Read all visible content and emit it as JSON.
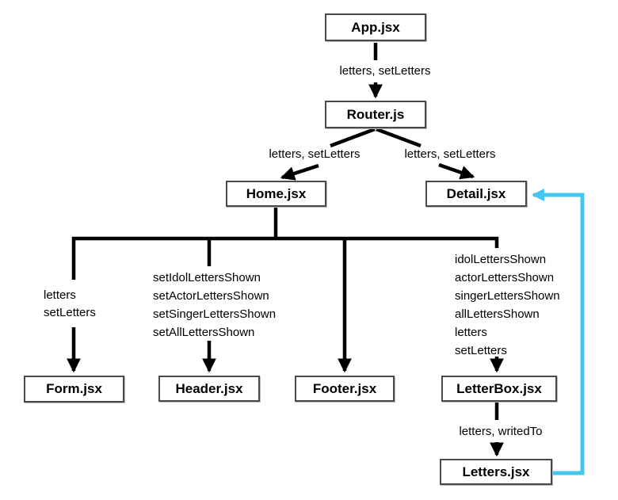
{
  "diagram": {
    "nodes": {
      "app": {
        "label": "App.jsx"
      },
      "router": {
        "label": "Router.js"
      },
      "home": {
        "label": "Home.jsx"
      },
      "detail": {
        "label": "Detail.jsx"
      },
      "form": {
        "label": "Form.jsx"
      },
      "header": {
        "label": "Header.jsx"
      },
      "footer": {
        "label": "Footer.jsx"
      },
      "letterbox": {
        "label": "LetterBox.jsx"
      },
      "letters": {
        "label": "Letters.jsx"
      }
    },
    "edge_labels": {
      "app_to_router": "letters, setLetters",
      "router_to_home": "letters, setLetters",
      "router_to_detail": "letters, setLetters",
      "home_to_form": [
        "letters",
        "setLetters"
      ],
      "home_to_header": [
        "setIdolLettersShown",
        "setActorLettersShown",
        "setSingerLettersShown",
        "setAllLettersShown"
      ],
      "home_to_letterbox": [
        "idolLettersShown",
        "actorLettersShown",
        "singerLettersShown",
        "allLettersShown",
        "letters",
        "setLetters"
      ],
      "letterbox_to_letters": "letters, writedTo"
    },
    "colors": {
      "arrow": "#000000",
      "feedback_arrow": "#43C7F1",
      "node_border": "#4a4a4a",
      "node_background": "#ffffff",
      "text": "#000000"
    }
  }
}
